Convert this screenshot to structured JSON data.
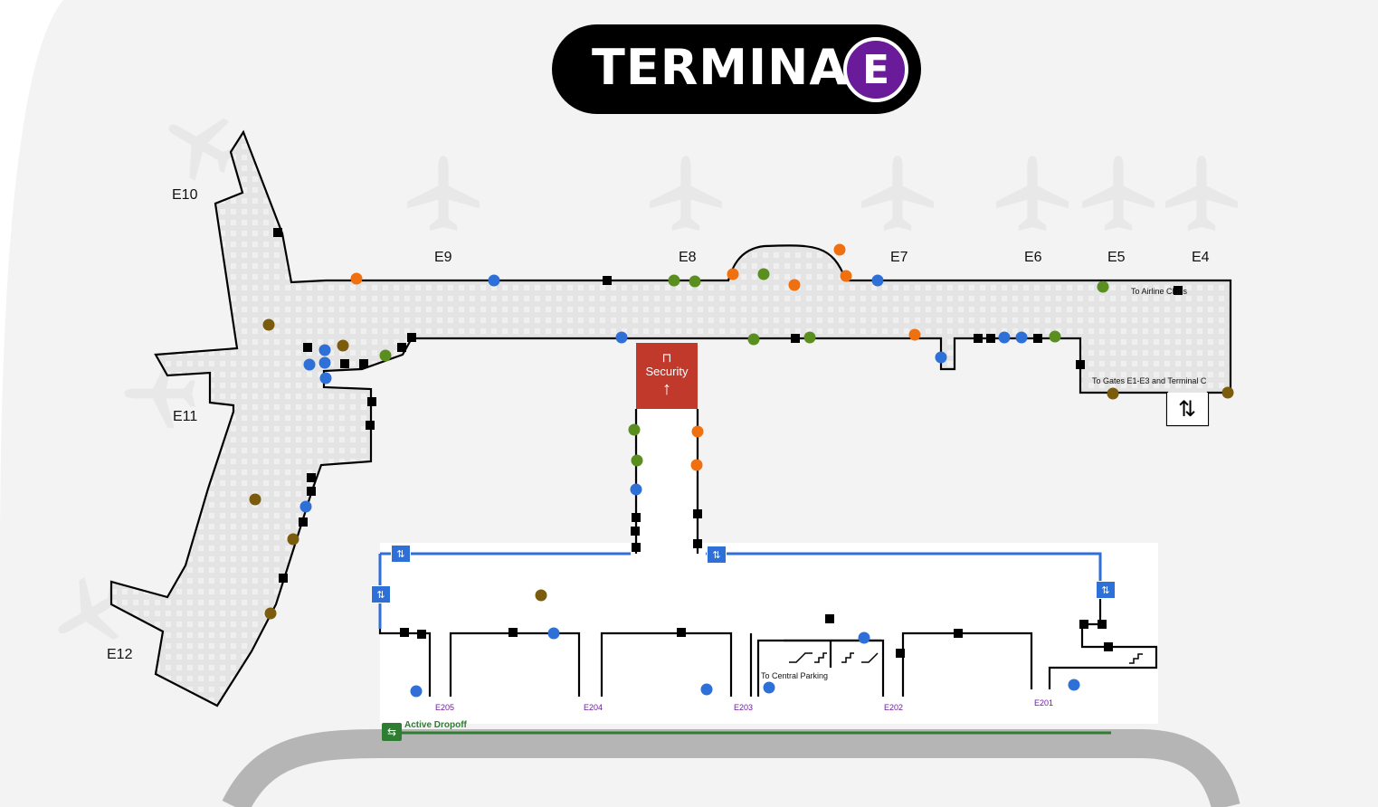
{
  "title": {
    "text": "TERMINAL",
    "badge": "E",
    "badge_color": "#6a1b9a"
  },
  "gates": {
    "e10": "E10",
    "e9": "E9",
    "e8": "E8",
    "e7": "E7",
    "e6": "E6",
    "e5": "E5",
    "e4": "E4",
    "e11": "E11",
    "e12": "E12"
  },
  "doors": {
    "e205": "E205",
    "e204": "E204",
    "e203": "E203",
    "e202": "E202",
    "e201": "E201"
  },
  "labels": {
    "security": "Security",
    "to_airline_clubs": "To Airline Clubs",
    "to_gates": "To Gates E1-E3 and Terminal C",
    "to_central_parking": "To Central Parking",
    "active_dropoff": "Active Dropoff"
  },
  "colors": {
    "concourse_fill": "#e6e6e6",
    "outline": "#000000",
    "elevator_blue": "#2f6fd8",
    "poi_orange": "#f07010",
    "poi_green": "#5a8f1f",
    "poi_blue": "#2f6fd8",
    "poi_olive": "#7a5c0c",
    "security_red": "#c0392b",
    "dropoff_green": "#2e7d32"
  },
  "icons": {
    "security": "walk-through-gate-icon",
    "elevator": "elevator-icon",
    "escalator": "escalator-icon",
    "dropoff": "curbside-dropoff-icon",
    "airplane": "airplane-icon"
  }
}
